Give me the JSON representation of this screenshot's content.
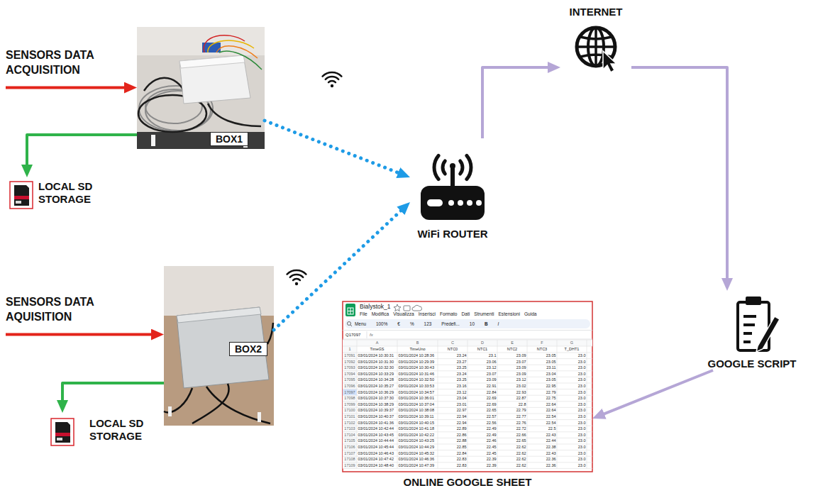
{
  "diagram": {
    "nodes": [
      {
        "text": [
          "SENSORS DATA ACQUISITION"
        ]
      },
      {
        "text": [
          "BOX1"
        ]
      },
      {
        "text": [
          "LOCAL SD STORAGE"
        ]
      },
      {
        "text": [
          "INTERNET"
        ]
      },
      {
        "text": [
          "WiFi ROUTER"
        ]
      },
      {
        "text": [
          "GOOGLE SCRIPT"
        ]
      },
      {
        "text": [
          "SENSORS DATA AQUISITION"
        ]
      },
      {
        "text": [
          "BOX2"
        ]
      },
      {
        "text": [
          "LOCAL SD STORAGE"
        ]
      },
      {
        "text": [
          "ONLINE GOOGLE SHEET"
        ]
      }
    ],
    "edges": [
      {
        "from": 0,
        "to": 1,
        "arrow": "to"
      },
      {
        "from": 1,
        "to": 2,
        "arrow": "to"
      },
      {
        "from": 1,
        "to": 4,
        "arrow": "to"
      },
      {
        "from": 4,
        "to": 3,
        "arrow": "to"
      },
      {
        "from": 3,
        "to": 5,
        "arrow": "to"
      },
      {
        "from": 5,
        "to": 9,
        "arrow": "to"
      },
      {
        "from": 6,
        "to": 7,
        "arrow": "to"
      },
      {
        "from": 7,
        "to": 8,
        "arrow": "to"
      },
      {
        "from": 7,
        "to": 4,
        "arrow": "to"
      }
    ],
    "labels": [
      "Bialystok_1",
      "File",
      "Modifica",
      "Visualizza",
      "Inserisci",
      "Formato",
      "Dati",
      "Strumenti",
      "Estensioni",
      "Guida",
      "Menu",
      "100%",
      "€",
      "%",
      "123",
      "Predefi...",
      "10",
      "B",
      "I",
      "Q17097",
      "fx",
      "A",
      "B",
      "C",
      "D",
      "E",
      "F",
      "G",
      "1",
      "TimeGS",
      "TimeUno",
      "NTC0",
      "NTC1",
      "NTC2",
      "NTC3",
      "T_DHT1",
      "17091",
      "03/01/2024 10:30:31",
      "03/01/2024 10:28:36",
      "23.24",
      "23.1",
      "23.09",
      "23.05",
      "23.0",
      "17092",
      "03/01/2024 10:31:30",
      "03/01/2024 10:29:39",
      "23.27",
      "23.06",
      "23.07",
      "23.05",
      "23.0",
      "17093",
      "03/01/2024 10:32:30",
      "03/01/2024 10:30:43",
      "23.25",
      "23.12",
      "23.09",
      "23.11",
      "23.0",
      "17094",
      "03/01/2024 10:33:29",
      "03/01/2024 10:31:46",
      "23.24",
      "23.07",
      "23.09",
      "23.04",
      "23.0",
      "17095",
      "03/01/2024 10:34:28",
      "03/01/2024 10:32:50",
      "23.25",
      "23.09",
      "23.12",
      "23.05",
      "23.0",
      "17096",
      "03/01/2024 10:35:27",
      "03/01/2024 10:33:53",
      "23.16",
      "22.91",
      "23.02",
      "22.95",
      "23.0",
      "17097",
      "03/01/2024 10:36:29",
      "03/01/2024 10:34:57",
      "23.12",
      "22.84",
      "22.93",
      "22.79",
      "23.0",
      "17098",
      "03/01/2024 10:37:30",
      "03/01/2024 10:36:01",
      "23.04",
      "22.69",
      "22.87",
      "22.75",
      "23.0",
      "17099",
      "03/01/2024 10:38:29",
      "03/01/2024 10:37:04",
      "23.01",
      "22.69",
      "22.8",
      "22.64",
      "23.0",
      "17100",
      "03/01/2024 10:39:37",
      "03/01/2024 10:38:08",
      "22.97",
      "22.65",
      "22.79",
      "22.64",
      "23.0",
      "17101",
      "03/01/2024 10:40:37",
      "03/01/2024 10:39:11",
      "22.94",
      "22.57",
      "22.77",
      "22.54",
      "23.0",
      "17102",
      "03/01/2024 10:41:36",
      "03/01/2024 10:40:15",
      "22.94",
      "22.56",
      "22.76",
      "22.54",
      "23.0",
      "17103",
      "03/01/2024 10:42:44",
      "03/01/2024 10:41:18",
      "22.89",
      "22.49",
      "22.72",
      "22.5",
      "23.0",
      "17104",
      "03/01/2024 10:43:45",
      "03/01/2024 10:42:22",
      "22.86",
      "22.49",
      "22.66",
      "22.43",
      "23.0",
      "17105",
      "03/01/2024 10:44:44",
      "03/01/2024 10:43:25",
      "22.88",
      "22.46",
      "22.65",
      "22.44",
      "23.0",
      "17106",
      "03/01/2024 10:45:44",
      "03/01/2024 10:44:29",
      "22.85",
      "22.45",
      "22.62",
      "22.38",
      "23.0",
      "17107",
      "03/01/2024 10:46:43",
      "03/01/2024 10:45:32",
      "22.84",
      "22.45",
      "22.62",
      "22.43",
      "23.0",
      "17108",
      "03/01/2024 10:47:42",
      "03/01/2024 10:46:36",
      "22.83",
      "22.39",
      "22.62",
      "22.36",
      "23.0",
      "17109",
      "03/01/2024 10:48:40",
      "03/01/2024 10:47:39",
      "22.83",
      "22.39",
      "22.62",
      "22.36",
      "23.0"
    ]
  }
}
